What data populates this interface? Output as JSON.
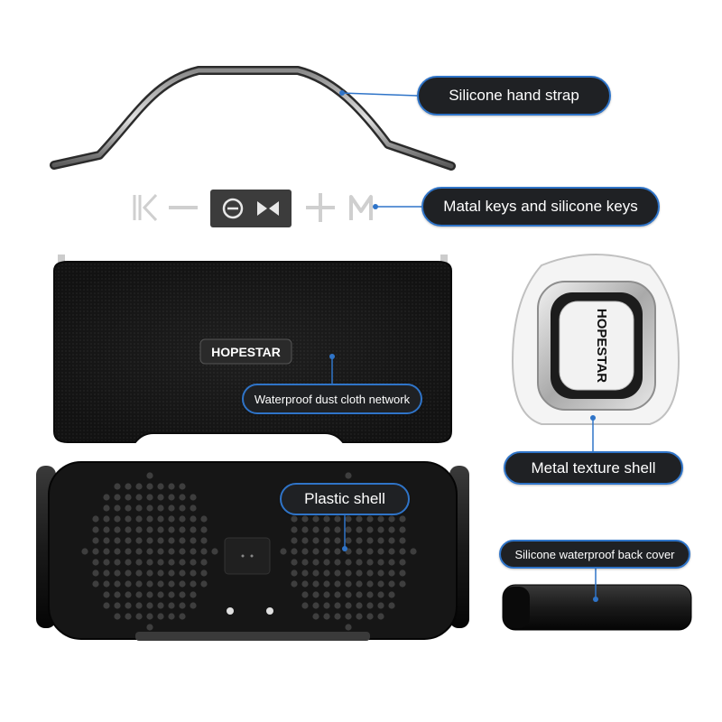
{
  "callouts": {
    "hand_strap": "Silicone hand strap",
    "keys": "Matal keys and silicone keys",
    "cloth": "Waterproof dust cloth network",
    "plastic_shell": "Plastic shell",
    "metal_shell": "Metal texture shell",
    "back_cover": "Silicone waterproof back cover"
  },
  "brand": {
    "front_logo": "HOPESTAR",
    "end_cap_logo": "HOPESTAR"
  },
  "colors": {
    "callout_bg": "#1f2124",
    "callout_border": "#2f74c8",
    "leader_line": "#2f74c8",
    "speaker_body": "#141414"
  }
}
